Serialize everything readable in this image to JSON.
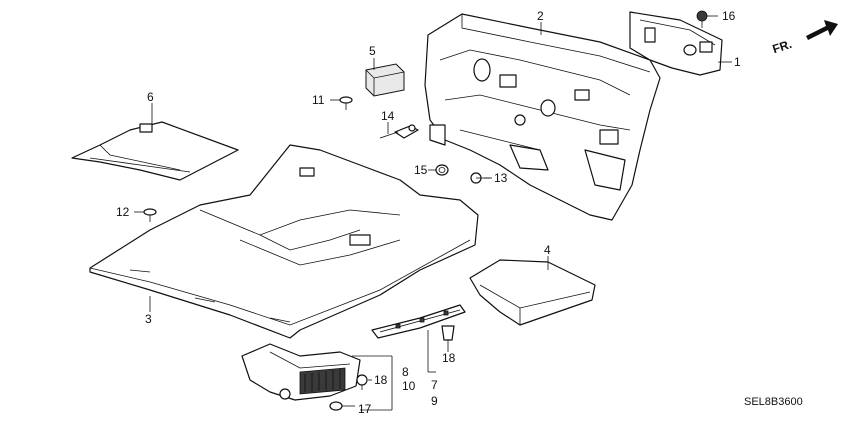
{
  "diagram": {
    "callouts": {
      "p1": "1",
      "p2": "2",
      "p3": "3",
      "p4": "4",
      "p5": "5",
      "p6": "6",
      "p7": "7",
      "p8": "8",
      "p9": "9",
      "p10": "10",
      "p11": "11",
      "p12": "12",
      "p13": "13",
      "p14": "14",
      "p15": "15",
      "p16": "16",
      "p17": "17",
      "p18a": "18",
      "p18b": "18"
    },
    "direction_label": "FR.",
    "drawing_code": "SEL8B3600"
  }
}
